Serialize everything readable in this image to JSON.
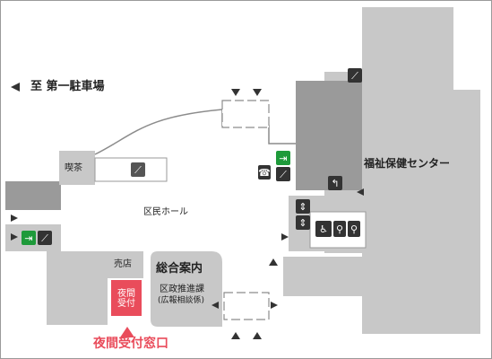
{
  "labels": {
    "to_parking": "至 第一駐車場",
    "cafe": "喫茶",
    "hall": "区民ホール",
    "welfare_center": "福祉保健センター",
    "shop": "売店",
    "night_reception": "夜間受付",
    "general_info": "総合案内",
    "ward_affairs": "区政推進課",
    "ward_affairs_sub": "(広報相談係)",
    "night_window": "夜間受付窓口"
  },
  "colors": {
    "gray_dark": "#9a9a9a",
    "gray_light": "#c8c8c8",
    "accent_red": "#e94c5b",
    "exit_green": "#1e9a3a",
    "line": "#8c8c8c"
  },
  "icons": {
    "stairs": "stairs-icon",
    "escalator": "escalator-icon",
    "elevator": "elevator-icon",
    "restroom": "restroom-icon",
    "accessible_restroom": "accessible-restroom-icon",
    "emergency_exit": "emergency-exit-icon",
    "phone": "phone-icon",
    "arrow": "arrow-icon"
  }
}
